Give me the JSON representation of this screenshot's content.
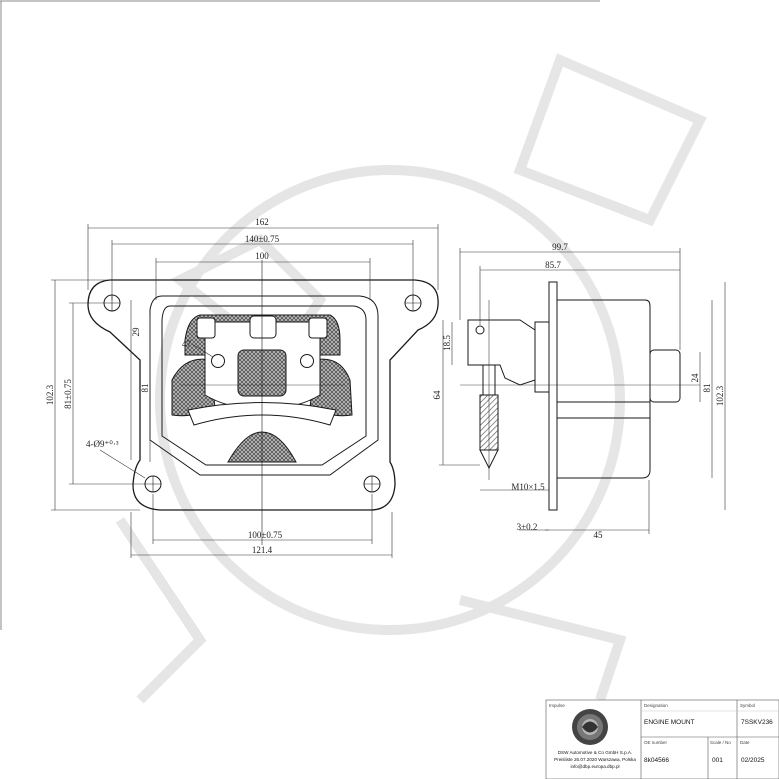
{
  "dimensions": {
    "width_162": "162",
    "width_140": "140±0.75",
    "width_100_top": "100",
    "width_100_bottom": "100±0.75",
    "width_121": "121.4",
    "height_102_left": "102.3",
    "height_81_075": "81±0.75",
    "height_81_inner": "81",
    "height_29": "29",
    "hole_47": "47",
    "hole_449": "4-Ø9⁺⁰·³",
    "depth_99": "99.7",
    "depth_85": "85.7",
    "height_18": "18.5",
    "height_64": "64",
    "bolt_m10": "M10×1.5",
    "height_24": "24",
    "height_81_right": "81",
    "height_102_right": "102.3",
    "thick_3": "3±0.2",
    "len_45": "45"
  },
  "title_block": {
    "impulse_label": "Impulse",
    "company_line1": "DSW Automotive & Co GmbH S.p.A.",
    "company_line2": "Preisliste 26.07.2020 Warszawa, Polska",
    "company_line3": "info@dbp.europa.dbp.pl",
    "designation_label": "Designation",
    "designation_value": "ENGINE MOUNT",
    "symbol_label": "Symbol",
    "symbol_value": "7SSKV236",
    "oe_label": "OE number",
    "oe_value": "8k04566",
    "scale_label": "Scale / No",
    "scale_value": "001",
    "date_label": "Date",
    "date_value": "02/2025"
  },
  "colors": {
    "line": "#1a1a1a",
    "watermark": "#e3e3e3",
    "hatch": "#555555"
  }
}
